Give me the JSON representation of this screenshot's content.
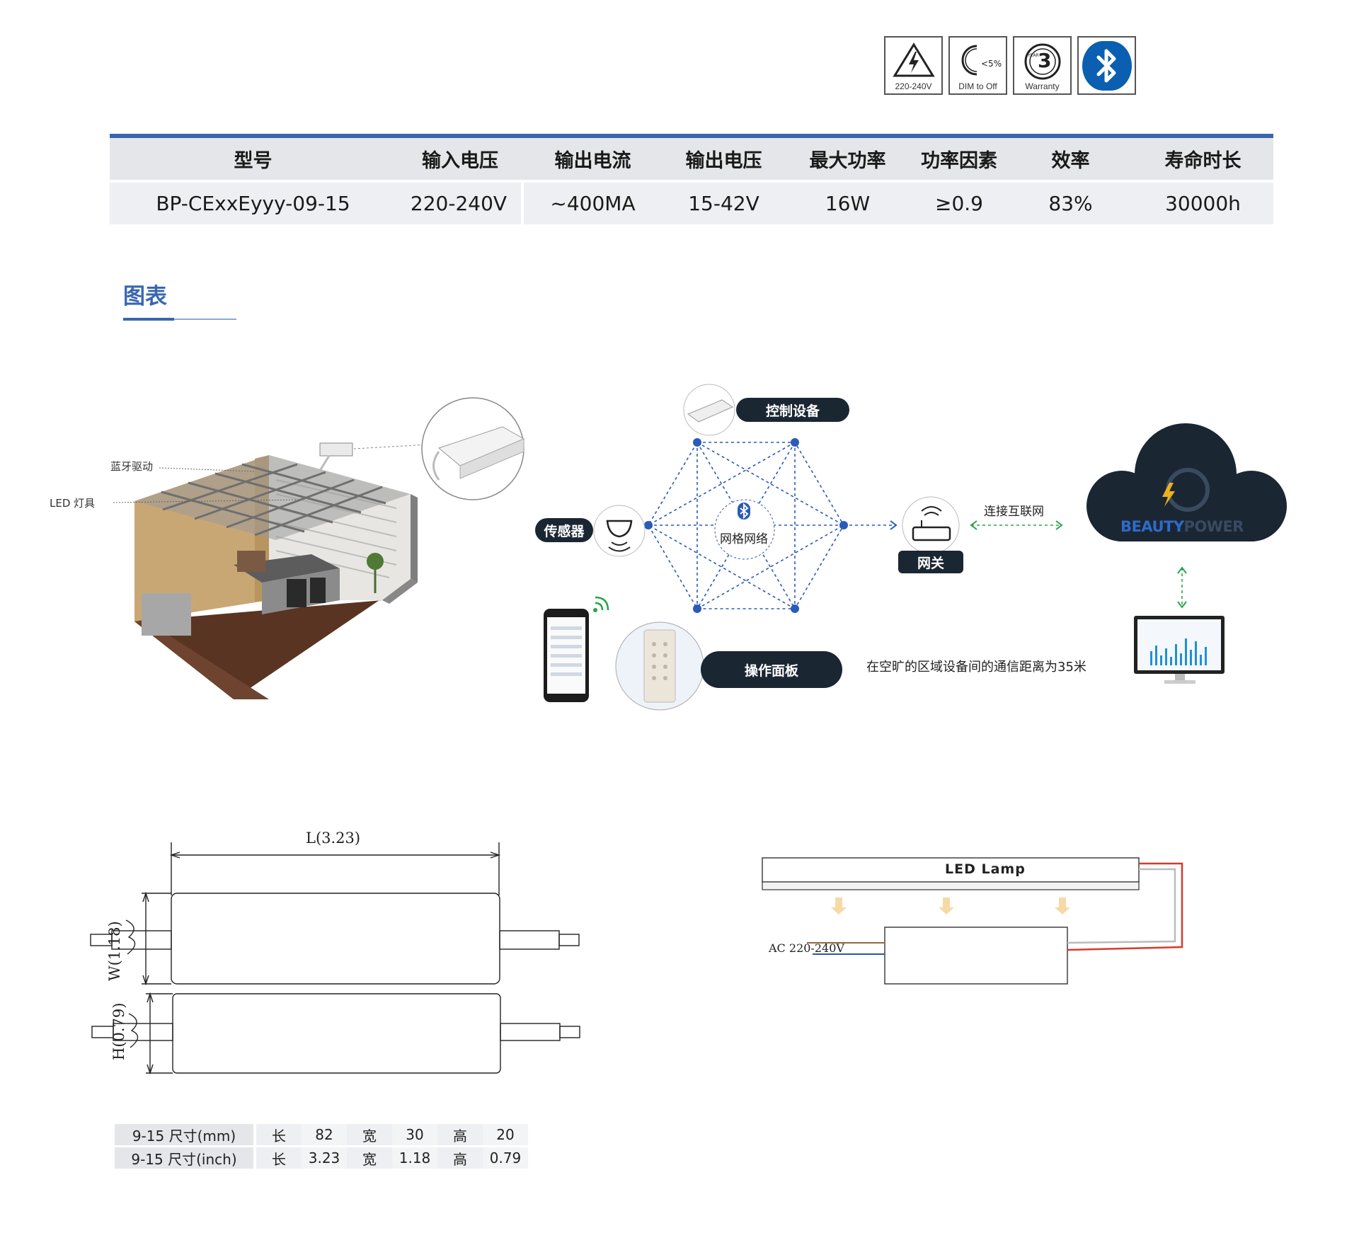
{
  "badges": [
    {
      "name": "voltage",
      "caption": "220-240V"
    },
    {
      "name": "dim",
      "caption": "DIM to Off",
      "inner": "<5%"
    },
    {
      "name": "warranty",
      "caption": "Warranty",
      "inner": "3",
      "sub": "YEAR"
    },
    {
      "name": "bluetooth",
      "caption": ""
    }
  ],
  "spec": {
    "headers": [
      "型号",
      "输入电压",
      "输出电流",
      "输出电压",
      "最大功率",
      "功率因素",
      "效率",
      "寿命时长"
    ],
    "row": [
      "BP-CExxEyyy-09-15",
      "220-240V",
      "~400MA",
      "15-42V",
      "16W",
      "≥0.9",
      "83%",
      "30000h"
    ]
  },
  "section": {
    "title": "图表"
  },
  "room": {
    "label_driver": "蓝牙驱动",
    "label_led": "LED 灯具"
  },
  "mesh": {
    "control_device": "控制设备",
    "sensor": "传感器",
    "mesh_network": "网格网络",
    "gateway": "网关",
    "panel": "操作面板",
    "internet": "连接互联网",
    "brand_a": "BEAUTY",
    "brand_b": "POWER",
    "range_note": "在空旷的区域设备间的通信距离为35米"
  },
  "dimension": {
    "length": "L(3.23)",
    "width": "W(1.18)",
    "height": "H(0.79)"
  },
  "wiring": {
    "lamp": "LED Lamp",
    "ac": "AC 220-240V"
  },
  "size_table": {
    "rows": [
      {
        "label": "9-15 尺寸(mm)",
        "l_key": "长",
        "l": "82",
        "w_key": "宽",
        "w": "30",
        "h_key": "高",
        "h": "20"
      },
      {
        "label": "9-15 尺寸(inch)",
        "l_key": "长",
        "l": "3.23",
        "w_key": "宽",
        "w": "1.18",
        "h_key": "高",
        "h": "0.79"
      }
    ]
  },
  "colors": {
    "accent": "#3a66b0",
    "dark": "#1b2633",
    "mesh_blue": "#2a5bb8",
    "link_green": "#2aa34a"
  }
}
